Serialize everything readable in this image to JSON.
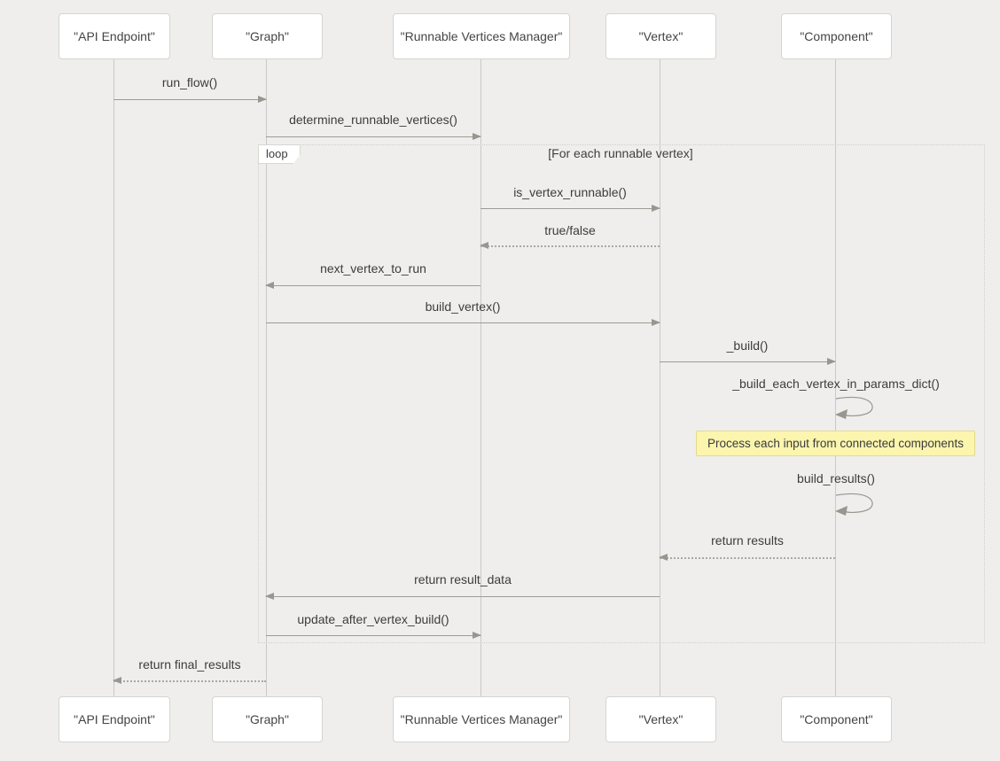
{
  "diagram": {
    "type": "sequence-diagram",
    "actors": [
      {
        "id": "api_endpoint",
        "label": "\"API Endpoint\""
      },
      {
        "id": "graph",
        "label": "\"Graph\""
      },
      {
        "id": "runnable_vertices_manager",
        "label": "\"Runnable Vertices Manager\""
      },
      {
        "id": "vertex",
        "label": "\"Vertex\""
      },
      {
        "id": "component",
        "label": "\"Component\""
      }
    ],
    "messages": [
      {
        "label": "run_flow()",
        "from": "api_endpoint",
        "to": "graph",
        "style": "solid"
      },
      {
        "label": "determine_runnable_vertices()",
        "from": "graph",
        "to": "runnable_vertices_manager",
        "style": "solid"
      },
      {
        "label": "is_vertex_runnable()",
        "from": "runnable_vertices_manager",
        "to": "vertex",
        "style": "solid"
      },
      {
        "label": "true/false",
        "from": "vertex",
        "to": "runnable_vertices_manager",
        "style": "dotted"
      },
      {
        "label": "next_vertex_to_run",
        "from": "runnable_vertices_manager",
        "to": "graph",
        "style": "solid"
      },
      {
        "label": "build_vertex()",
        "from": "graph",
        "to": "vertex",
        "style": "solid"
      },
      {
        "label": "_build()",
        "from": "vertex",
        "to": "component",
        "style": "solid"
      },
      {
        "label": "_build_each_vertex_in_params_dict()",
        "from": "component",
        "to": "component",
        "style": "self"
      },
      {
        "label": "build_results()",
        "from": "component",
        "to": "component",
        "style": "self"
      },
      {
        "label": "return results",
        "from": "component",
        "to": "vertex",
        "style": "dotted"
      },
      {
        "label": "return result_data",
        "from": "vertex",
        "to": "graph",
        "style": "solid"
      },
      {
        "label": "update_after_vertex_build()",
        "from": "graph",
        "to": "runnable_vertices_manager",
        "style": "solid"
      },
      {
        "label": "return final_results",
        "from": "graph",
        "to": "api_endpoint",
        "style": "dotted"
      }
    ],
    "loop": {
      "label": "loop",
      "condition": "[For each runnable vertex]"
    },
    "note": {
      "text": "Process each input from connected components",
      "over": "component"
    },
    "colors": {
      "background": "#efeeec",
      "actor_fill": "#ffffff",
      "actor_border": "#d4d4d2",
      "lifeline": "#c9c9c6",
      "arrow": "#97978f",
      "text": "#3c3c3c",
      "note_fill": "#fbf5ae",
      "note_border": "#e4da8e",
      "loop_border": "#cfcfcc"
    }
  }
}
